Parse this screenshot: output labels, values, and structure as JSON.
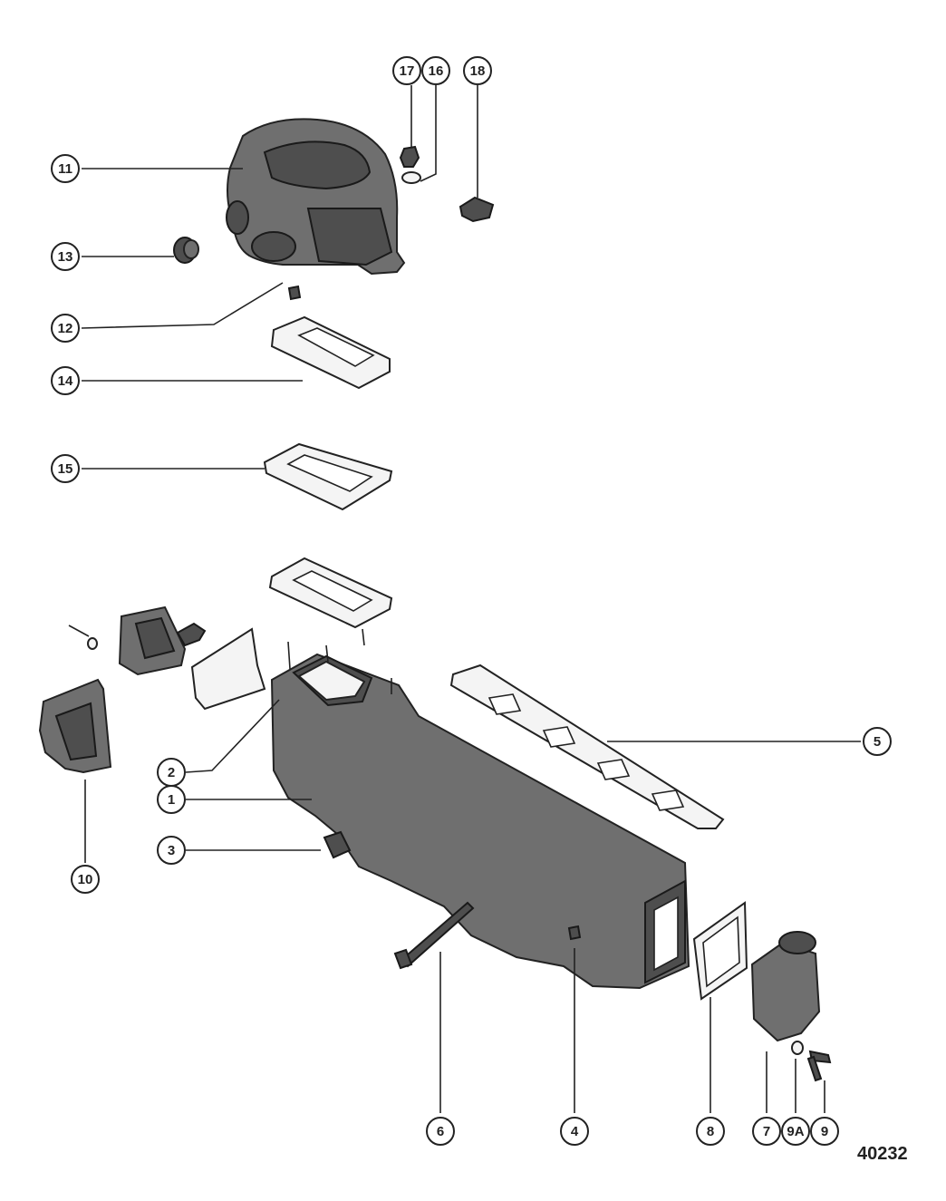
{
  "figure_number": "40232",
  "callouts": [
    {
      "id": "c1",
      "label": "1"
    },
    {
      "id": "c2",
      "label": "2"
    },
    {
      "id": "c3",
      "label": "3"
    },
    {
      "id": "c4",
      "label": "4"
    },
    {
      "id": "c5",
      "label": "5"
    },
    {
      "id": "c6",
      "label": "6"
    },
    {
      "id": "c7",
      "label": "7"
    },
    {
      "id": "c8",
      "label": "8"
    },
    {
      "id": "c9",
      "label": "9"
    },
    {
      "id": "c9a",
      "label": "9A"
    },
    {
      "id": "c10",
      "label": "10"
    },
    {
      "id": "c11",
      "label": "11"
    },
    {
      "id": "c12",
      "label": "12"
    },
    {
      "id": "c13",
      "label": "13"
    },
    {
      "id": "c14",
      "label": "14"
    },
    {
      "id": "c15",
      "label": "15"
    },
    {
      "id": "c16",
      "label": "16"
    },
    {
      "id": "c17",
      "label": "17"
    },
    {
      "id": "c18",
      "label": "18"
    }
  ]
}
